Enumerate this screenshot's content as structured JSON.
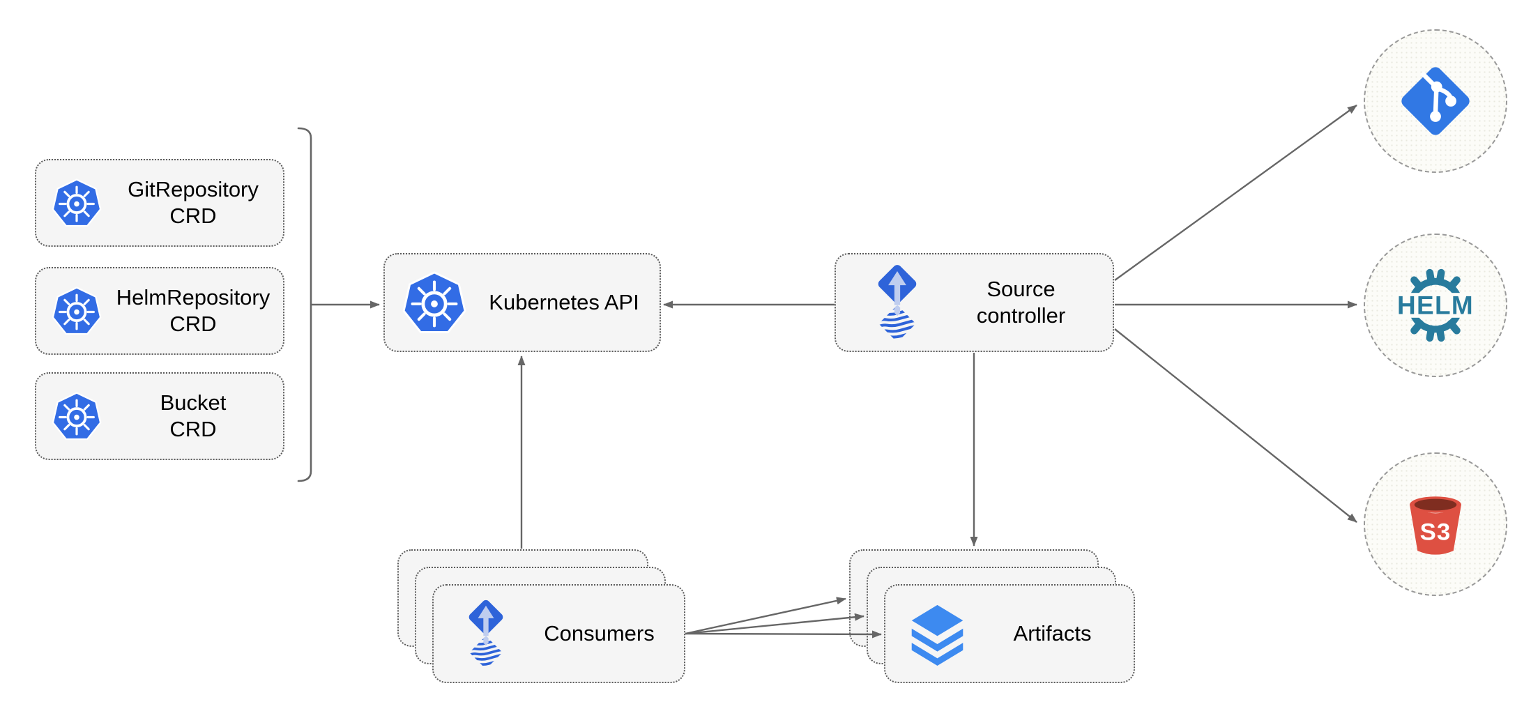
{
  "diagram": {
    "crd_boxes": [
      {
        "icon": "kubernetes-icon",
        "line1": "GitRepository",
        "line2": "CRD"
      },
      {
        "icon": "kubernetes-icon",
        "line1": "HelmRepository",
        "line2": "CRD"
      },
      {
        "icon": "kubernetes-icon",
        "line1": "Bucket",
        "line2": "CRD"
      }
    ],
    "kubernetes_api": {
      "icon": "kubernetes-icon",
      "label": "Kubernetes API"
    },
    "source_controller": {
      "icon": "flux-icon",
      "line1": "Source",
      "line2": "controller"
    },
    "consumers": {
      "icon": "flux-icon",
      "label": "Consumers"
    },
    "artifacts": {
      "icon": "layers-icon",
      "label": "Artifacts"
    },
    "external_sources": [
      {
        "icon": "git-icon"
      },
      {
        "icon": "helm-icon",
        "label": "HELM"
      },
      {
        "icon": "s3-bucket-icon",
        "label": "S3"
      }
    ],
    "colors": {
      "box-fill": "#F5F5F5",
      "box-border": "#5A5A5A",
      "circle-fill": "#FCFCF8",
      "circle-border": "#999999",
      "arrow": "#666666",
      "text": "#000000",
      "kubernetes-blue": "#326CE5",
      "flux-blue": "#2E63D9",
      "flux-arrow-light": "#BFCDEF",
      "layers-blue": "#3D8AF0",
      "git-blue": "#3178E4",
      "helm-teal": "#287B9D",
      "s3-red": "#DE5042",
      "s3-dark": "#7F2D20"
    }
  }
}
